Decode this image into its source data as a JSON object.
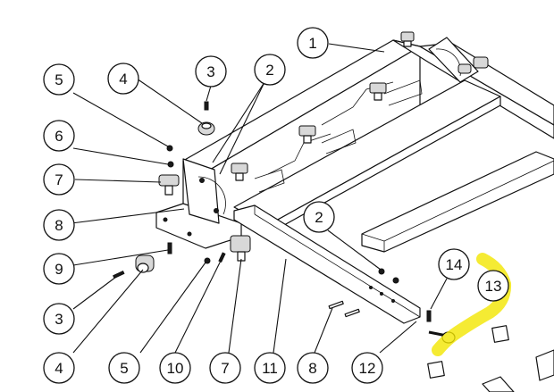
{
  "callouts": [
    {
      "id": "c1",
      "label": "1"
    },
    {
      "id": "c2a",
      "label": "2"
    },
    {
      "id": "c3a",
      "label": "3"
    },
    {
      "id": "c4a",
      "label": "4"
    },
    {
      "id": "c5a",
      "label": "5"
    },
    {
      "id": "c6",
      "label": "6"
    },
    {
      "id": "c7a",
      "label": "7"
    },
    {
      "id": "c8a",
      "label": "8"
    },
    {
      "id": "c9",
      "label": "9"
    },
    {
      "id": "c3b",
      "label": "3"
    },
    {
      "id": "c4b",
      "label": "4"
    },
    {
      "id": "c5b",
      "label": "5"
    },
    {
      "id": "c10",
      "label": "10"
    },
    {
      "id": "c7b",
      "label": "7"
    },
    {
      "id": "c11",
      "label": "11"
    },
    {
      "id": "c8b",
      "label": "8"
    },
    {
      "id": "c12",
      "label": "12"
    },
    {
      "id": "c2b",
      "label": "2"
    },
    {
      "id": "c14",
      "label": "14"
    },
    {
      "id": "c13",
      "label": "13"
    }
  ],
  "highlight": {
    "color": "#f2e600",
    "target": "13"
  }
}
